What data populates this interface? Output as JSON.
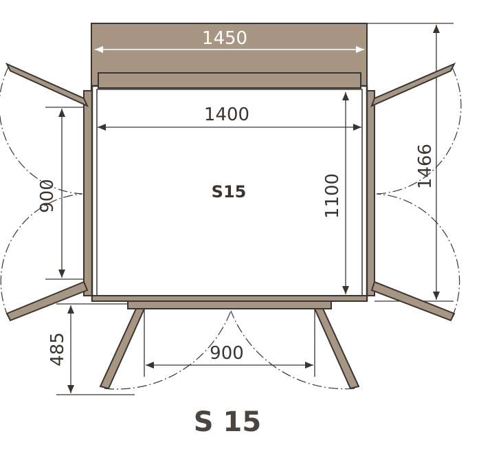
{
  "colors": {
    "roof": "#a79684",
    "outline": "#3a3530",
    "text": "#3a3530"
  },
  "dimensions": {
    "roof_width": "1450",
    "inner_width": "1400",
    "inner_depth": "1100",
    "total_depth": "1466",
    "side_door_width": "900",
    "front_door_width": "900",
    "front_door_swing": "485"
  },
  "labels": {
    "floor_label": "S15",
    "model_name": "S 15"
  }
}
